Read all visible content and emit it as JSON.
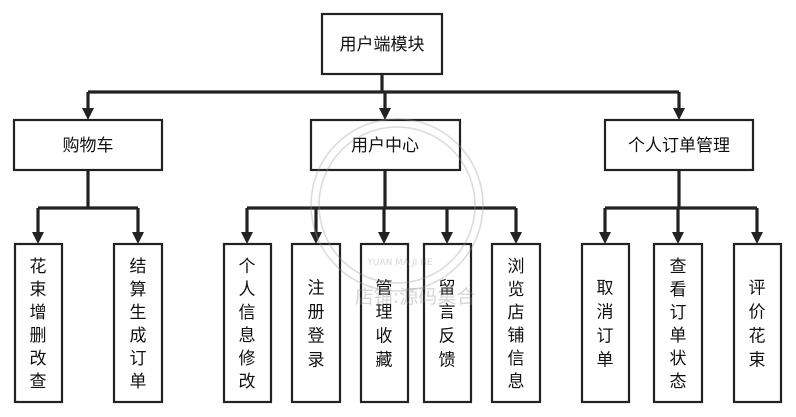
{
  "diagram": {
    "root": {
      "label": "用户端模块"
    },
    "groups": [
      {
        "label": "购物车",
        "children": [
          "花束增删改查",
          "结算生成订单"
        ]
      },
      {
        "label": "用户中心",
        "children": [
          "个人信息修改",
          "注册登录",
          "管理收藏",
          "留言反馈",
          "浏览店铺信息"
        ]
      },
      {
        "label": "个人订单管理",
        "children": [
          "取消订单",
          "查看订单状态",
          "评价花束"
        ]
      }
    ]
  },
  "watermark": {
    "line1": "YUAN MA JI HE",
    "line2": "店铺:源码集合"
  }
}
